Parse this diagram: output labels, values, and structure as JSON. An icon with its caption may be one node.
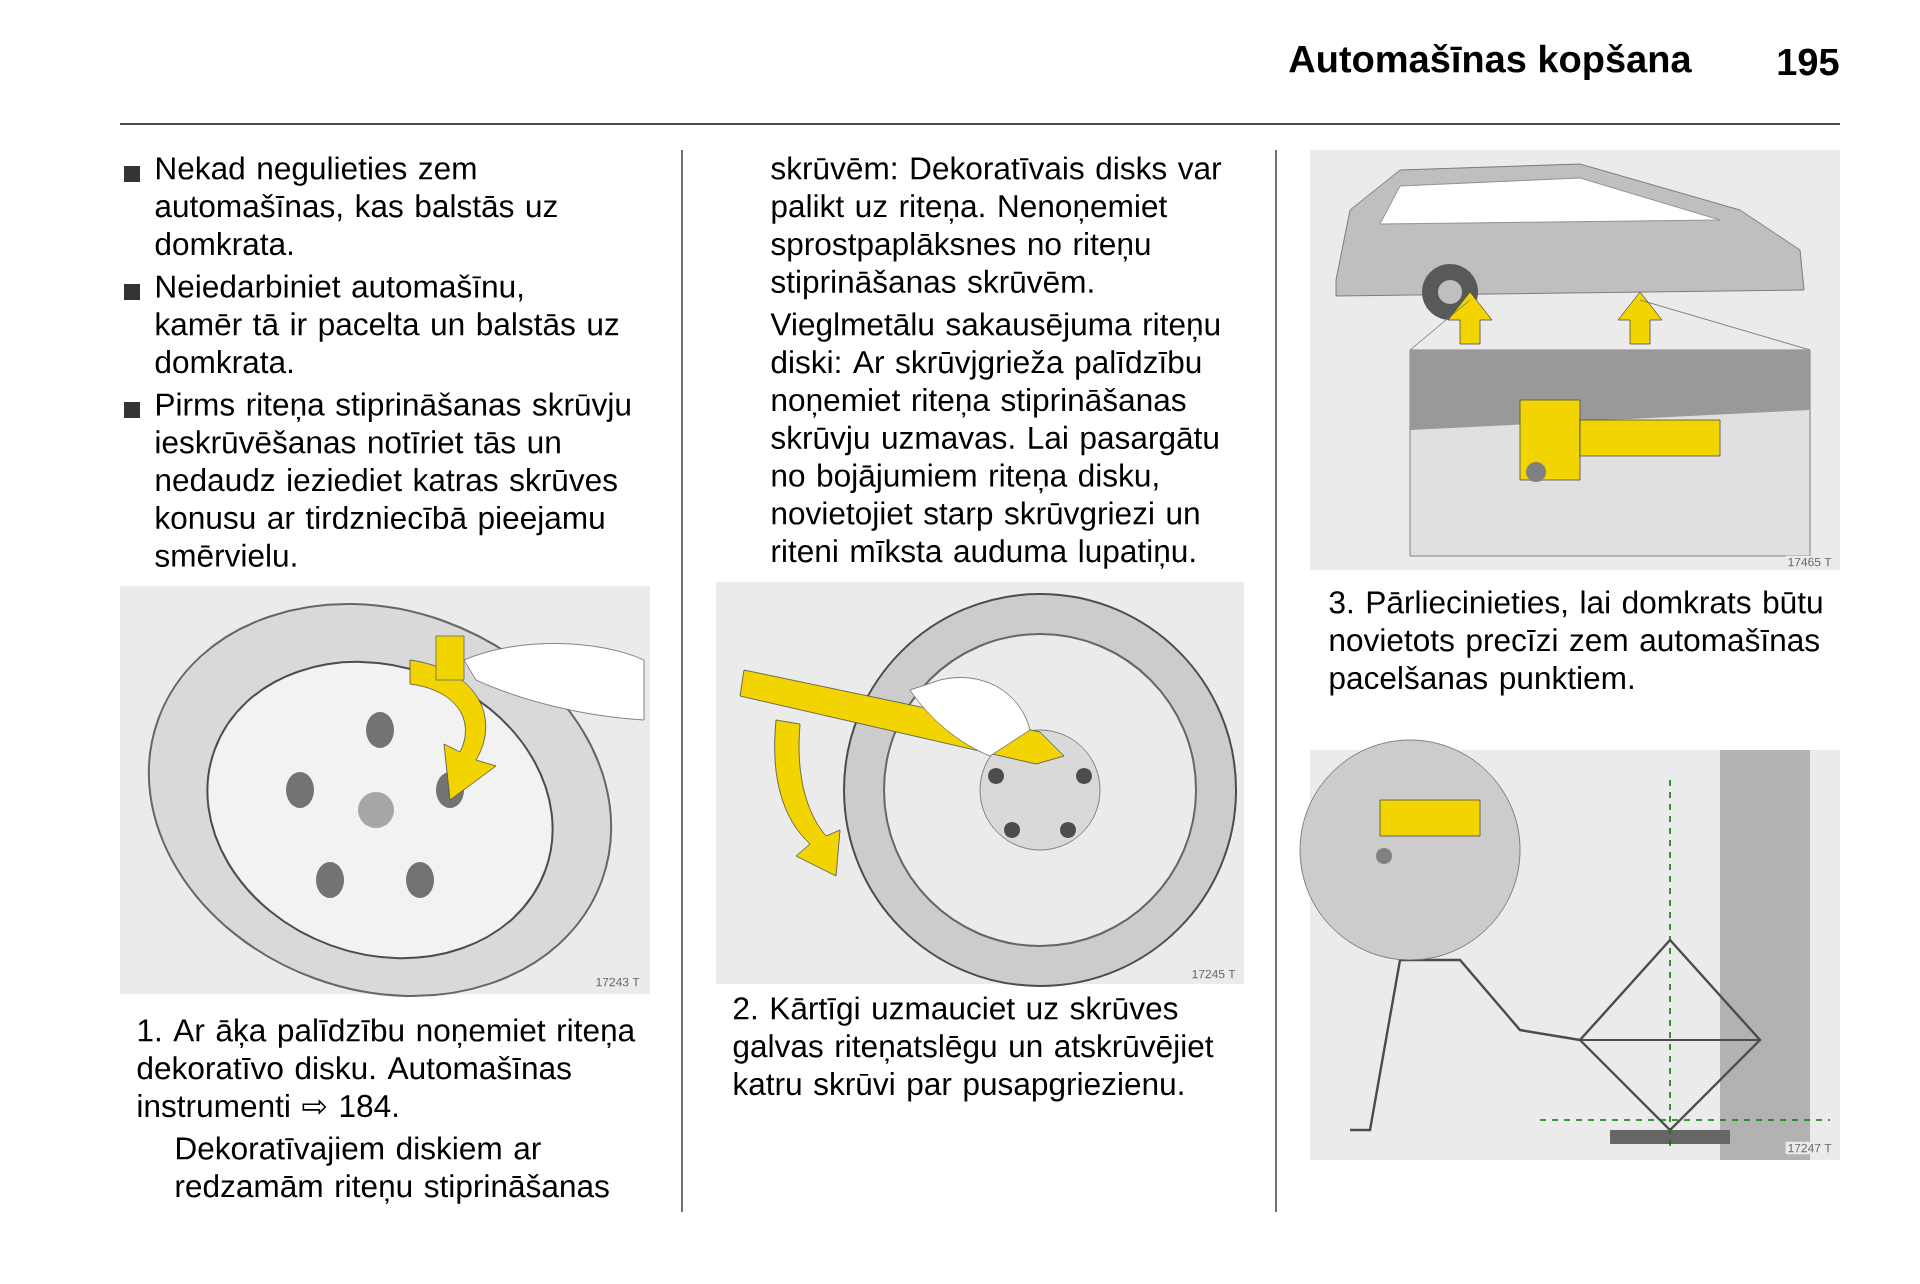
{
  "diagram": {
    "title": "Automašīnas kopšana",
    "labels": [
      "195",
      "Nekad negulieties zem automašīnas, kas balstās uz domkrata.",
      "Neiedarbiniet automašīnu, kamēr tā ir pacelta un balstās uz domkrata.",
      "Pirms riteņa stiprināšanas skrūvju ieskrūvēšanas notīriet tās un nedaudz ieziediet katras skrūves konusu ar tirdzniecībā pieejamu smērvielu.",
      "17243 T",
      "1. Ar āķa palīdzību noņemiet riteņa dekoratīvo disku. Automašīnas instrumenti ⇨ 184.",
      "Dekoratīvajiem diskiem ar redzamām riteņu stiprināšanas",
      "skrūvēm: Dekoratīvais disks var palikt uz riteņa. Nenoņemiet sprostpaplāksnes no riteņu stiprināšanas skrūvēm.",
      "Vieglmetālu sakausējuma riteņu diski: Ar skrūvjgrieža palīdzību noņemiet riteņa stiprināšanas skrūvju uzmavas. Lai pasargātu no bojājumiem riteņa disku, novietojiet starp skrūvgriezi un riteni mīksta auduma lupatiņu.",
      "17245 T",
      "2. Kārtīgi uzmauciet uz skrūves galvas riteņatslēgu un atskrūvējiet katru skrūvi par pusapgriezienu.",
      "17465 T",
      "3. Pārliecinieties, lai domkrats būtu novietots precīzi zem automašīnas pacelšanas punktiem.",
      "17247 T"
    ]
  }
}
